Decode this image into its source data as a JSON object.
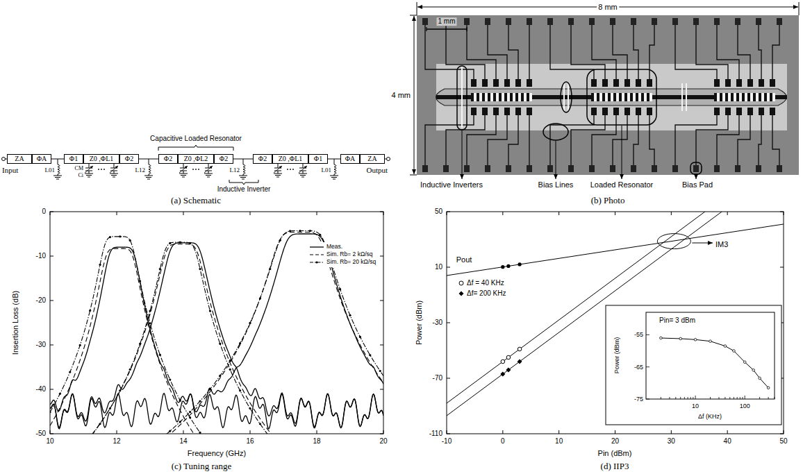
{
  "diagram": {
    "nodes": [
      {
        "text": [
          "ZA"
        ]
      },
      {
        "text": [
          "ΦA"
        ]
      },
      {
        "text": [
          "Φ1"
        ]
      },
      {
        "text": [
          "Z0 ,ΦL1"
        ]
      },
      {
        "text": [
          "Φ2"
        ]
      },
      {
        "text": [
          "Φ2"
        ]
      },
      {
        "text": [
          "Z0 ,ΦL2"
        ]
      },
      {
        "text": [
          "Φ2"
        ]
      },
      {
        "text": [
          "Φ2"
        ]
      },
      {
        "text": [
          "Z0 ,ΦL1"
        ]
      },
      {
        "text": [
          "Φ1"
        ]
      },
      {
        "text": [
          "ΦA"
        ]
      },
      {
        "text": [
          "ZA"
        ]
      }
    ],
    "edges": [
      {
        "from": 1,
        "to": 2,
        "arrow": "none"
      },
      {
        "from": 4,
        "to": 5,
        "arrow": "none"
      },
      {
        "from": 7,
        "to": 8,
        "arrow": "none"
      },
      {
        "from": 10,
        "to": 11,
        "arrow": "none"
      }
    ],
    "labels": [
      "Input",
      "Output",
      "L01",
      "CM",
      "Ci",
      "L12",
      "Capacitive Loaded Resonator",
      "L12",
      "Inductive Inverter",
      "L01",
      "(a) Schematic",
      "8 mm",
      "4 mm",
      "1 mm",
      "Inductive Inverters",
      "Bias Lines",
      "Loaded Resonator",
      "Bias Pad",
      "(b) Photo",
      "Insertion Loss (dB)",
      "Frequency (GHz)",
      "0",
      "-10",
      "-20",
      "-30",
      "-40",
      "-50",
      "10",
      "12",
      "14",
      "16",
      "18",
      "20",
      "(c) Tuning range",
      "Power (dBm)",
      "Pin (dBm)",
      "50",
      "10",
      "-30",
      "-70",
      "-110",
      "-10",
      "0",
      "10",
      "20",
      "30",
      "40",
      "50",
      "Pout",
      "IM3",
      "Pin= 3 dBm",
      "Power (dBm)",
      "Δf (KHz)",
      "-55",
      "-65",
      "-75",
      "10",
      "100",
      "(d) IIP3"
    ],
    "legend": [
      {
        "text": "Meas."
      },
      {
        "text": "Sim. Rb= 2 kΩ/sq"
      },
      {
        "text": "Sim. Rb= 20 kΩ/sq"
      },
      {
        "text": "Δf = 40 KHz"
      },
      {
        "text": "Δf= 200 KHz"
      }
    ]
  }
}
